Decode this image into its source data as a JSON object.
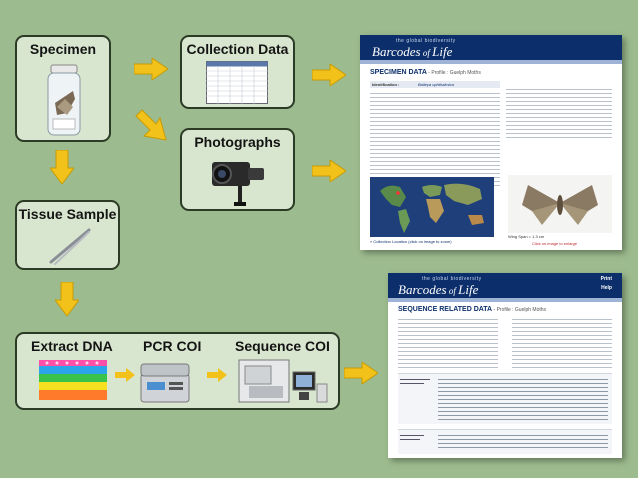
{
  "diagram": {
    "steps": {
      "specimen": "Specimen",
      "collection_data": "Collection Data",
      "photographs": "Photographs",
      "tissue_sample": "Tissue Sample",
      "extract_dna": "Extract DNA",
      "pcr_coi": "PCR COI",
      "sequence_coi": "Sequence COI"
    },
    "colors": {
      "background": "#9cbb8e",
      "box_fill": "#d8e6cf",
      "arrow": "#f2c21b",
      "bol_header": "#0c2f6b"
    }
  },
  "bol_page_1": {
    "header_sub": "the global biodiversity",
    "brand_italic": "Barcodes",
    "brand_of": " of ",
    "brand_life": "Life",
    "section": "SPECIMEN DATA",
    "section_suffix": " - Profile : Guelph Moths",
    "id_label": "Identification :",
    "id_value": "Baileya ophthalmica",
    "map_caption": "» Collection Location (click on image to zoom)",
    "photo_caption": "Wing Span = 1.3 cm",
    "photo_link": "Click on image to enlarge"
  },
  "bol_page_2": {
    "header_sub": "the global biodiversity",
    "brand_italic": "Barcodes",
    "brand_of": " of ",
    "brand_life": "Life",
    "nav_print": "Print",
    "nav_help": "Help",
    "section": "SEQUENCE RELATED DATA",
    "section_suffix": " - Profile : Guelph Moths"
  }
}
